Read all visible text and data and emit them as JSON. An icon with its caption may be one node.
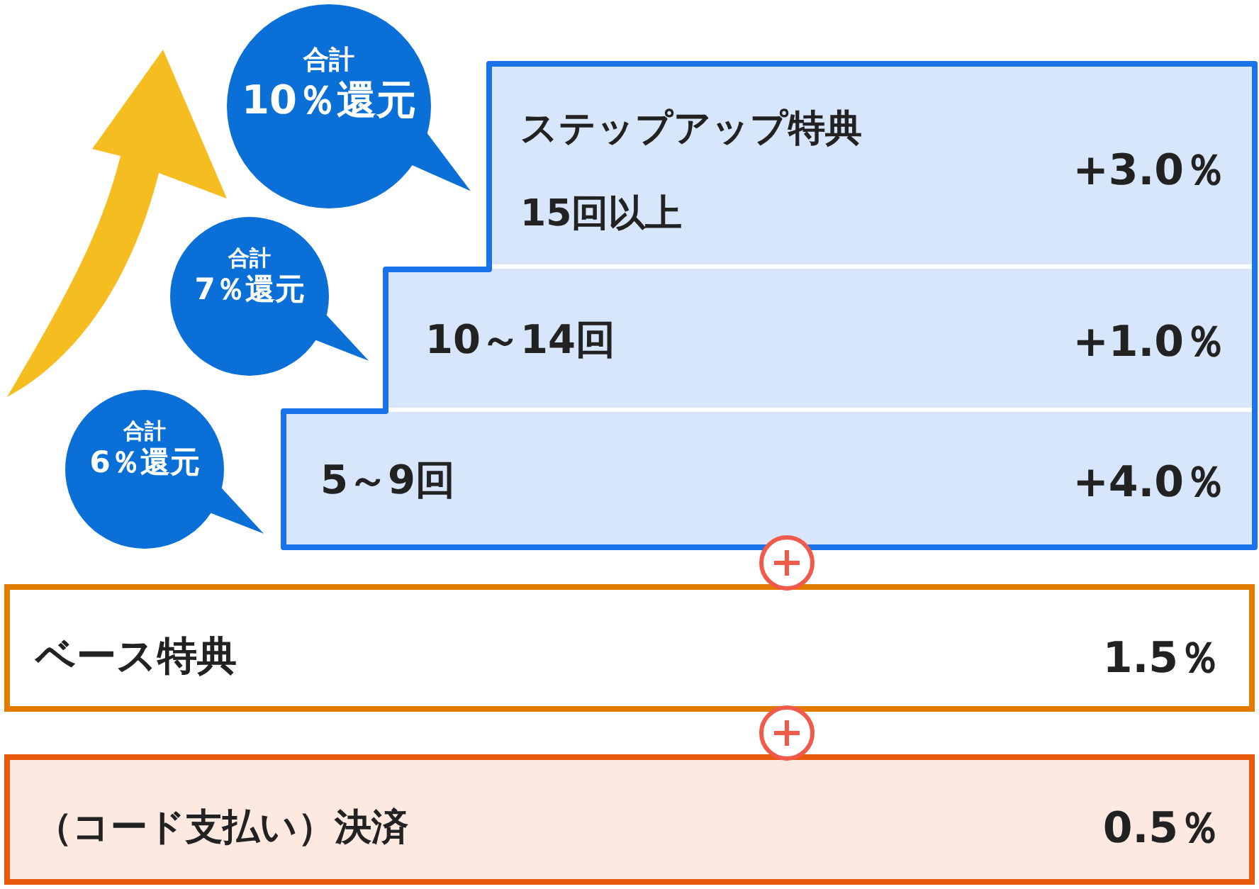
{
  "diagram": {
    "nodes": [
      {
        "text": [
          "ステップアップ特典",
          "15回以上",
          "+3.0％"
        ]
      },
      {
        "text": [
          "10～14回",
          "+1.0％"
        ]
      },
      {
        "text": [
          "5～9回",
          "+4.0％"
        ]
      },
      {
        "text": [
          "ベース特典",
          "1.5％"
        ]
      },
      {
        "text": [
          "（コード支払い）決済",
          "0.5％"
        ]
      },
      {
        "text": [
          "合計",
          "10％還元"
        ]
      },
      {
        "text": [
          "合計",
          "7％還元"
        ]
      },
      {
        "text": [
          "合計",
          "6％還元"
        ]
      }
    ]
  }
}
